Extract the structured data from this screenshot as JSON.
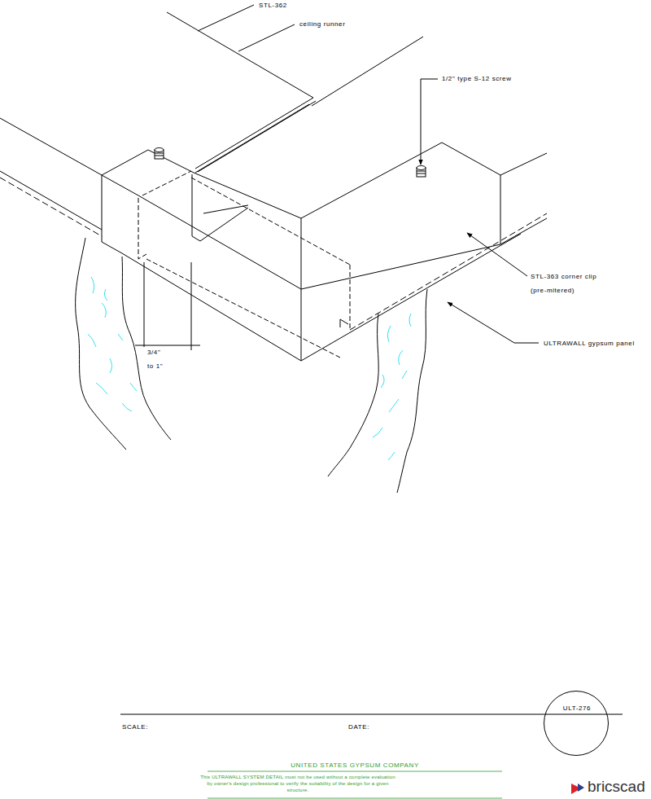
{
  "diagram": {
    "nodes": [
      {
        "text": [
          "ULT-276"
        ]
      }
    ],
    "labels": [
      "STL-362",
      "ceiling runner",
      "1/2\" type S-12 screw",
      "STL-363 corner clip",
      "(pre-mitered)",
      "ULTRAWALL gypsum panel",
      "3/4\"",
      "to 1\"",
      "SCALE:",
      "DATE:",
      "UNITED STATES GYPSUM COMPANY",
      "This ULTRAWALL SYSTEM DETAIL must not be used without a complete evaluation by owner's design professional to verify the suitability of the design for a given structure.",
      "bricscad"
    ]
  }
}
